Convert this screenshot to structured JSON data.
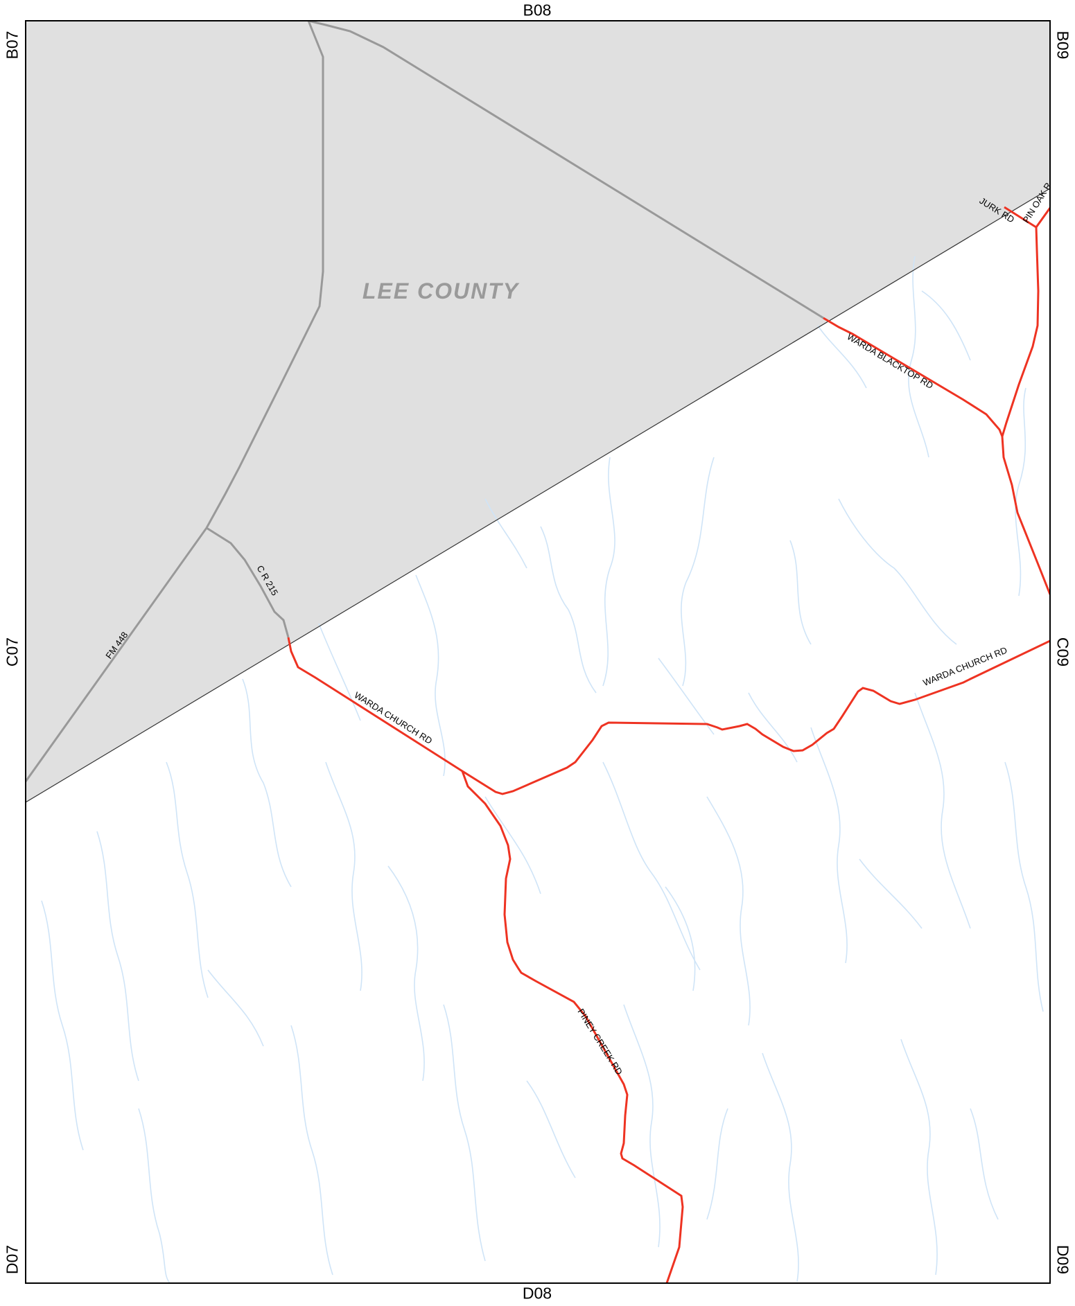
{
  "map": {
    "county_label": "LEE COUNTY",
    "colors": {
      "county_fill": "#e0e0e0",
      "county_road": "#999999",
      "local_road": "#ee3322",
      "stream": "#cfe4f7",
      "boundary": "#333333",
      "frame": "#000000"
    },
    "grid_labels": {
      "top": "B08",
      "bottom": "D08",
      "left_top": "B07",
      "left_middle": "C07",
      "left_bottom": "D07",
      "right_top": "B09",
      "right_middle": "C09",
      "right_bottom": "D09"
    },
    "road_labels": {
      "fm448": "FM 448",
      "cr215": "C R 215",
      "warda_blacktop": "WARDA BLACKTOP RD",
      "warda_church_west": "WARDA CHURCH RD",
      "warda_church_east": "WARDA CHURCH RD",
      "piney_creek": "PINEY CREEK RD",
      "jurk": "JURK RD",
      "pin_oak": "PIN OAK R"
    }
  }
}
